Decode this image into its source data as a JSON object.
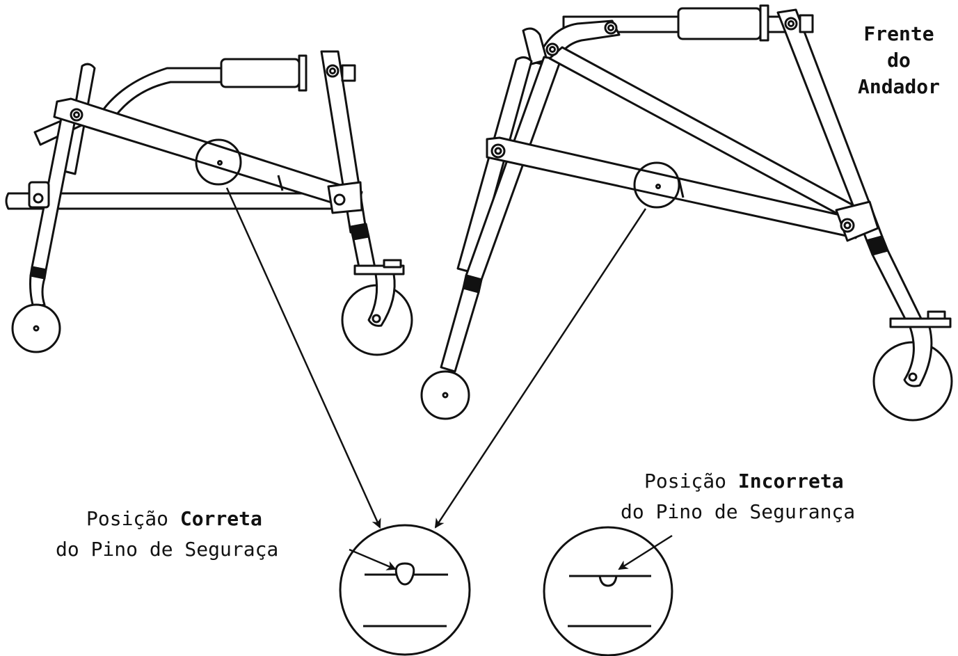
{
  "labels": {
    "front": {
      "line1": "Frente",
      "line2": "do",
      "line3": "Andador"
    },
    "correct": {
      "prefix": "Posição",
      "bold": "Correta",
      "line2": "do Pino de Seguraça"
    },
    "incorrect": {
      "prefix": "Posição",
      "bold": "Incorreta",
      "line2": "do Pino de Segurança"
    }
  },
  "colors": {
    "line": "#111111",
    "background": "#ffffff"
  }
}
